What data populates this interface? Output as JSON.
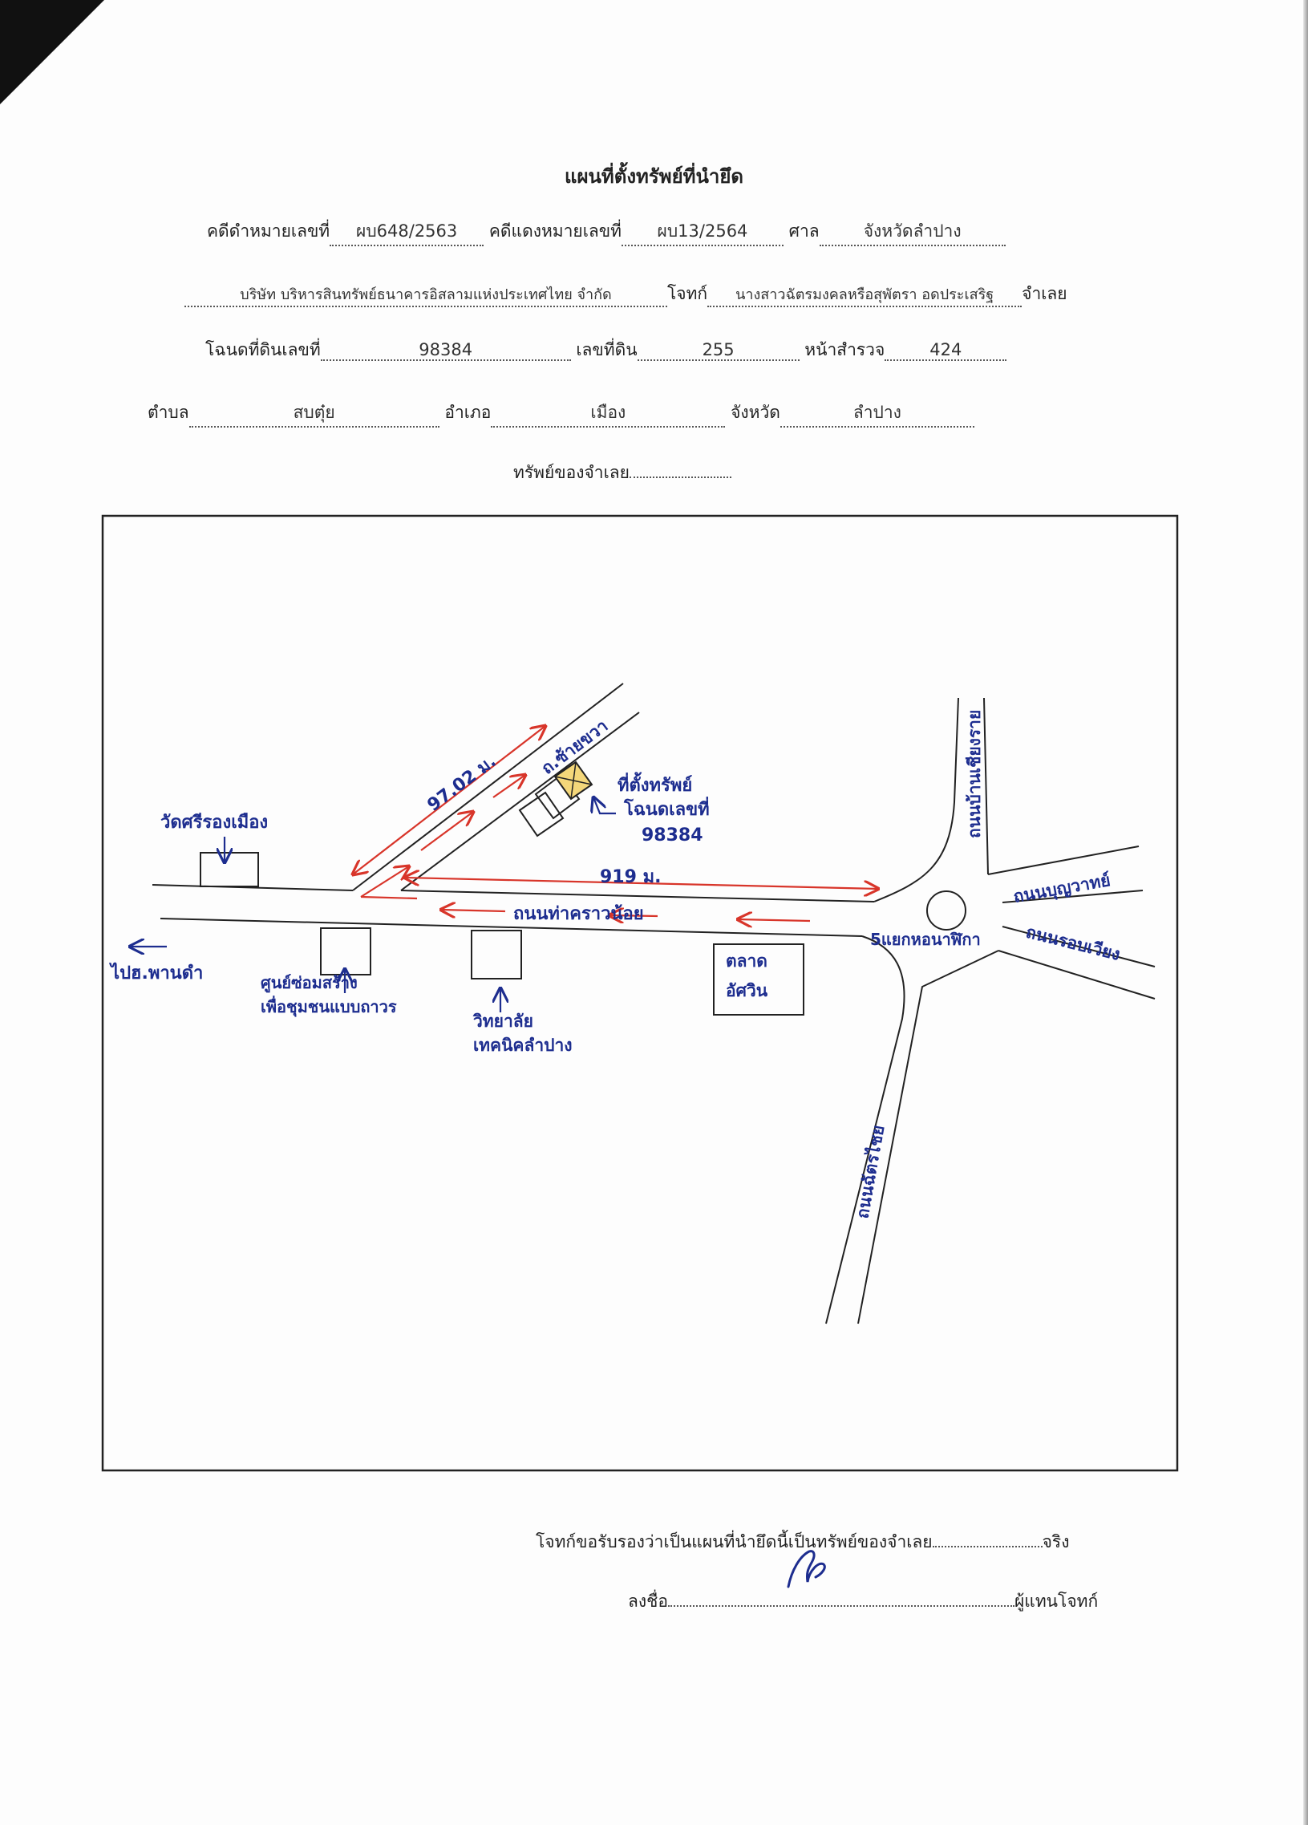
{
  "header": {
    "title": "แผนที่ตั้งทรัพย์ที่นำยึด"
  },
  "case": {
    "black_label": "คดีดำหมายเลขที่",
    "black_no": "ผบ648/2563",
    "red_label": "คดีแดงหมายเลขที่",
    "red_no": "ผบ13/2564",
    "court_label": "ศาล",
    "court": "จังหวัดลำปาง"
  },
  "parties": {
    "plaintiff": "บริษัท บริหารสินทรัพย์ธนาคารอิสลามแห่งประเทศไทย จำกัด",
    "plaintiff_suffix": "โจทก์",
    "defendant": "นางสาวฉัตรมงคลหรือสุพัตรา อดประเสริฐ",
    "defendant_suffix": "จำเลย"
  },
  "deed": {
    "deed_label": "โฉนดที่ดินเลขที่",
    "deed_no": "98384",
    "land_label": "เลขที่ดิน",
    "land_no": "255",
    "survey_label": "หน้าสำรวจ",
    "survey_no": "424"
  },
  "location": {
    "subdistrict_label": "ตำบล",
    "subdistrict": "สบตุ๋ย",
    "district_label": "อำเภอ",
    "district": "เมือง",
    "province_label": "จังหวัด",
    "province": "ลำปาง"
  },
  "asset_owner": {
    "label": "ทรัพย์ของจำเลย",
    "value": ""
  },
  "map": {
    "temple": "วัดศรีรองเมือง",
    "to_city": "ไปฮ.พานดำ",
    "center": "ศูนย์ซ่อมสร้าง",
    "center_2": "เพื่อชุมชนแบบถาวร",
    "college": "วิทยาลัย",
    "college_2": "เทคนิคลำปาง",
    "market": "ตลาด",
    "market_2": "อัศวิน",
    "road_main": "ถนนท่าคราวน้อย",
    "soi": "ถ.ซ้ายขวา",
    "dist_soi": "97.02 ม.",
    "dist_main": "919 ม.",
    "property": "ที่ตั้งทรัพย์",
    "property_2": "โฉนดเลขที่",
    "property_3": "98384",
    "road_n": "ถนนบ้านเชียงราย",
    "road_ne": "ถนนบุญวาทย์",
    "road_e": "ถนนรอบเวียง",
    "road_s": "ถนนฉัตรไชย",
    "junction": "5แยกหอนาฬิกา",
    "colors": {
      "ink": "#1d2d8f",
      "red": "#d8352a",
      "line": "#222222"
    }
  },
  "footer": {
    "certify": "โจทก์ขอรับรองว่าเป็นแผนที่นำยึดนี้เป็นทรัพย์ของจำเลย",
    "certify_end": "จริง",
    "sign_label": "ลงชื่อ",
    "sign_role": "ผู้แทนโจทก์"
  }
}
